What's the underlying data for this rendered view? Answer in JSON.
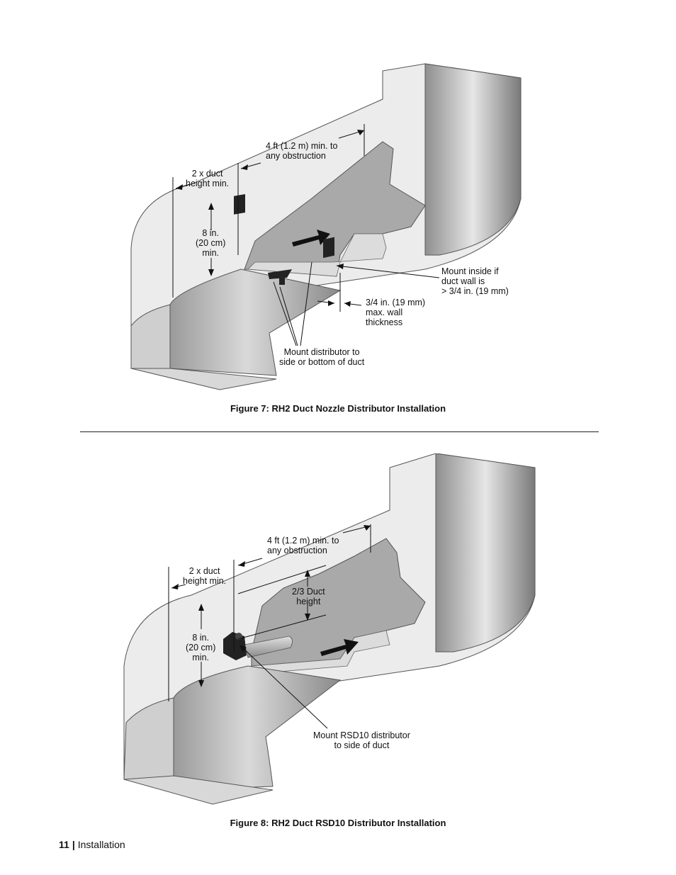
{
  "figure7": {
    "caption": "Figure 7: RH2 Duct Nozzle Distributor Installation",
    "labels": {
      "obstruction": "4 ft (1.2 m) min. to\nany obstruction",
      "duct_height": "2 x duct\nheight min.",
      "min_8in": "8 in.\n(20 cm)\nmin.",
      "mount_inside": "Mount inside if\nduct wall is\n> 3/4 in. (19 mm)",
      "wall_thickness": "3/4 in. (19 mm)\nmax. wall\nthickness",
      "mount_distributor": "Mount distributor to\nside or bottom of duct"
    }
  },
  "figure8": {
    "caption": "Figure 8: RH2 Duct RSD10 Distributor Installation",
    "labels": {
      "obstruction": "4 ft (1.2 m) min. to\nany obstruction",
      "duct_height": "2 x duct\nheight min.",
      "two_thirds": "2/3 Duct\nheight",
      "min_8in": "8 in.\n(20 cm)\nmin.",
      "mount_rsd10": "Mount RSD10 distributor\nto side of duct"
    }
  },
  "footer": {
    "page_number": "11",
    "separator": "|",
    "section": "Installation"
  }
}
